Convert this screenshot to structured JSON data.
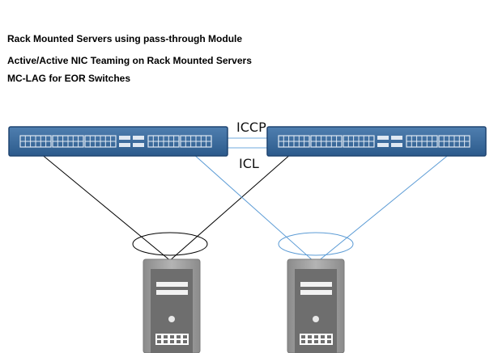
{
  "headings": [
    "Rack Mounted Servers using pass-through Module",
    "Active/Active NIC Teaming  on Rack Mounted Servers",
    "MC-LAG for EOR Switches"
  ],
  "links": {
    "iccp_label": "ICCP",
    "icl_label": "ICL"
  },
  "icons": {
    "switch": "network-switch-icon",
    "server": "server-tower-icon"
  },
  "colors": {
    "switch_body": "#3d6a9a",
    "switch_edge": "#1f4470",
    "port": "#dfe8f2",
    "left_server_links": "#000000",
    "right_server_links": "#5b9bd5",
    "inter_switch_link": "#6fa8dc",
    "server_body": "#9a9a9a",
    "server_front": "#6e6e6e"
  }
}
